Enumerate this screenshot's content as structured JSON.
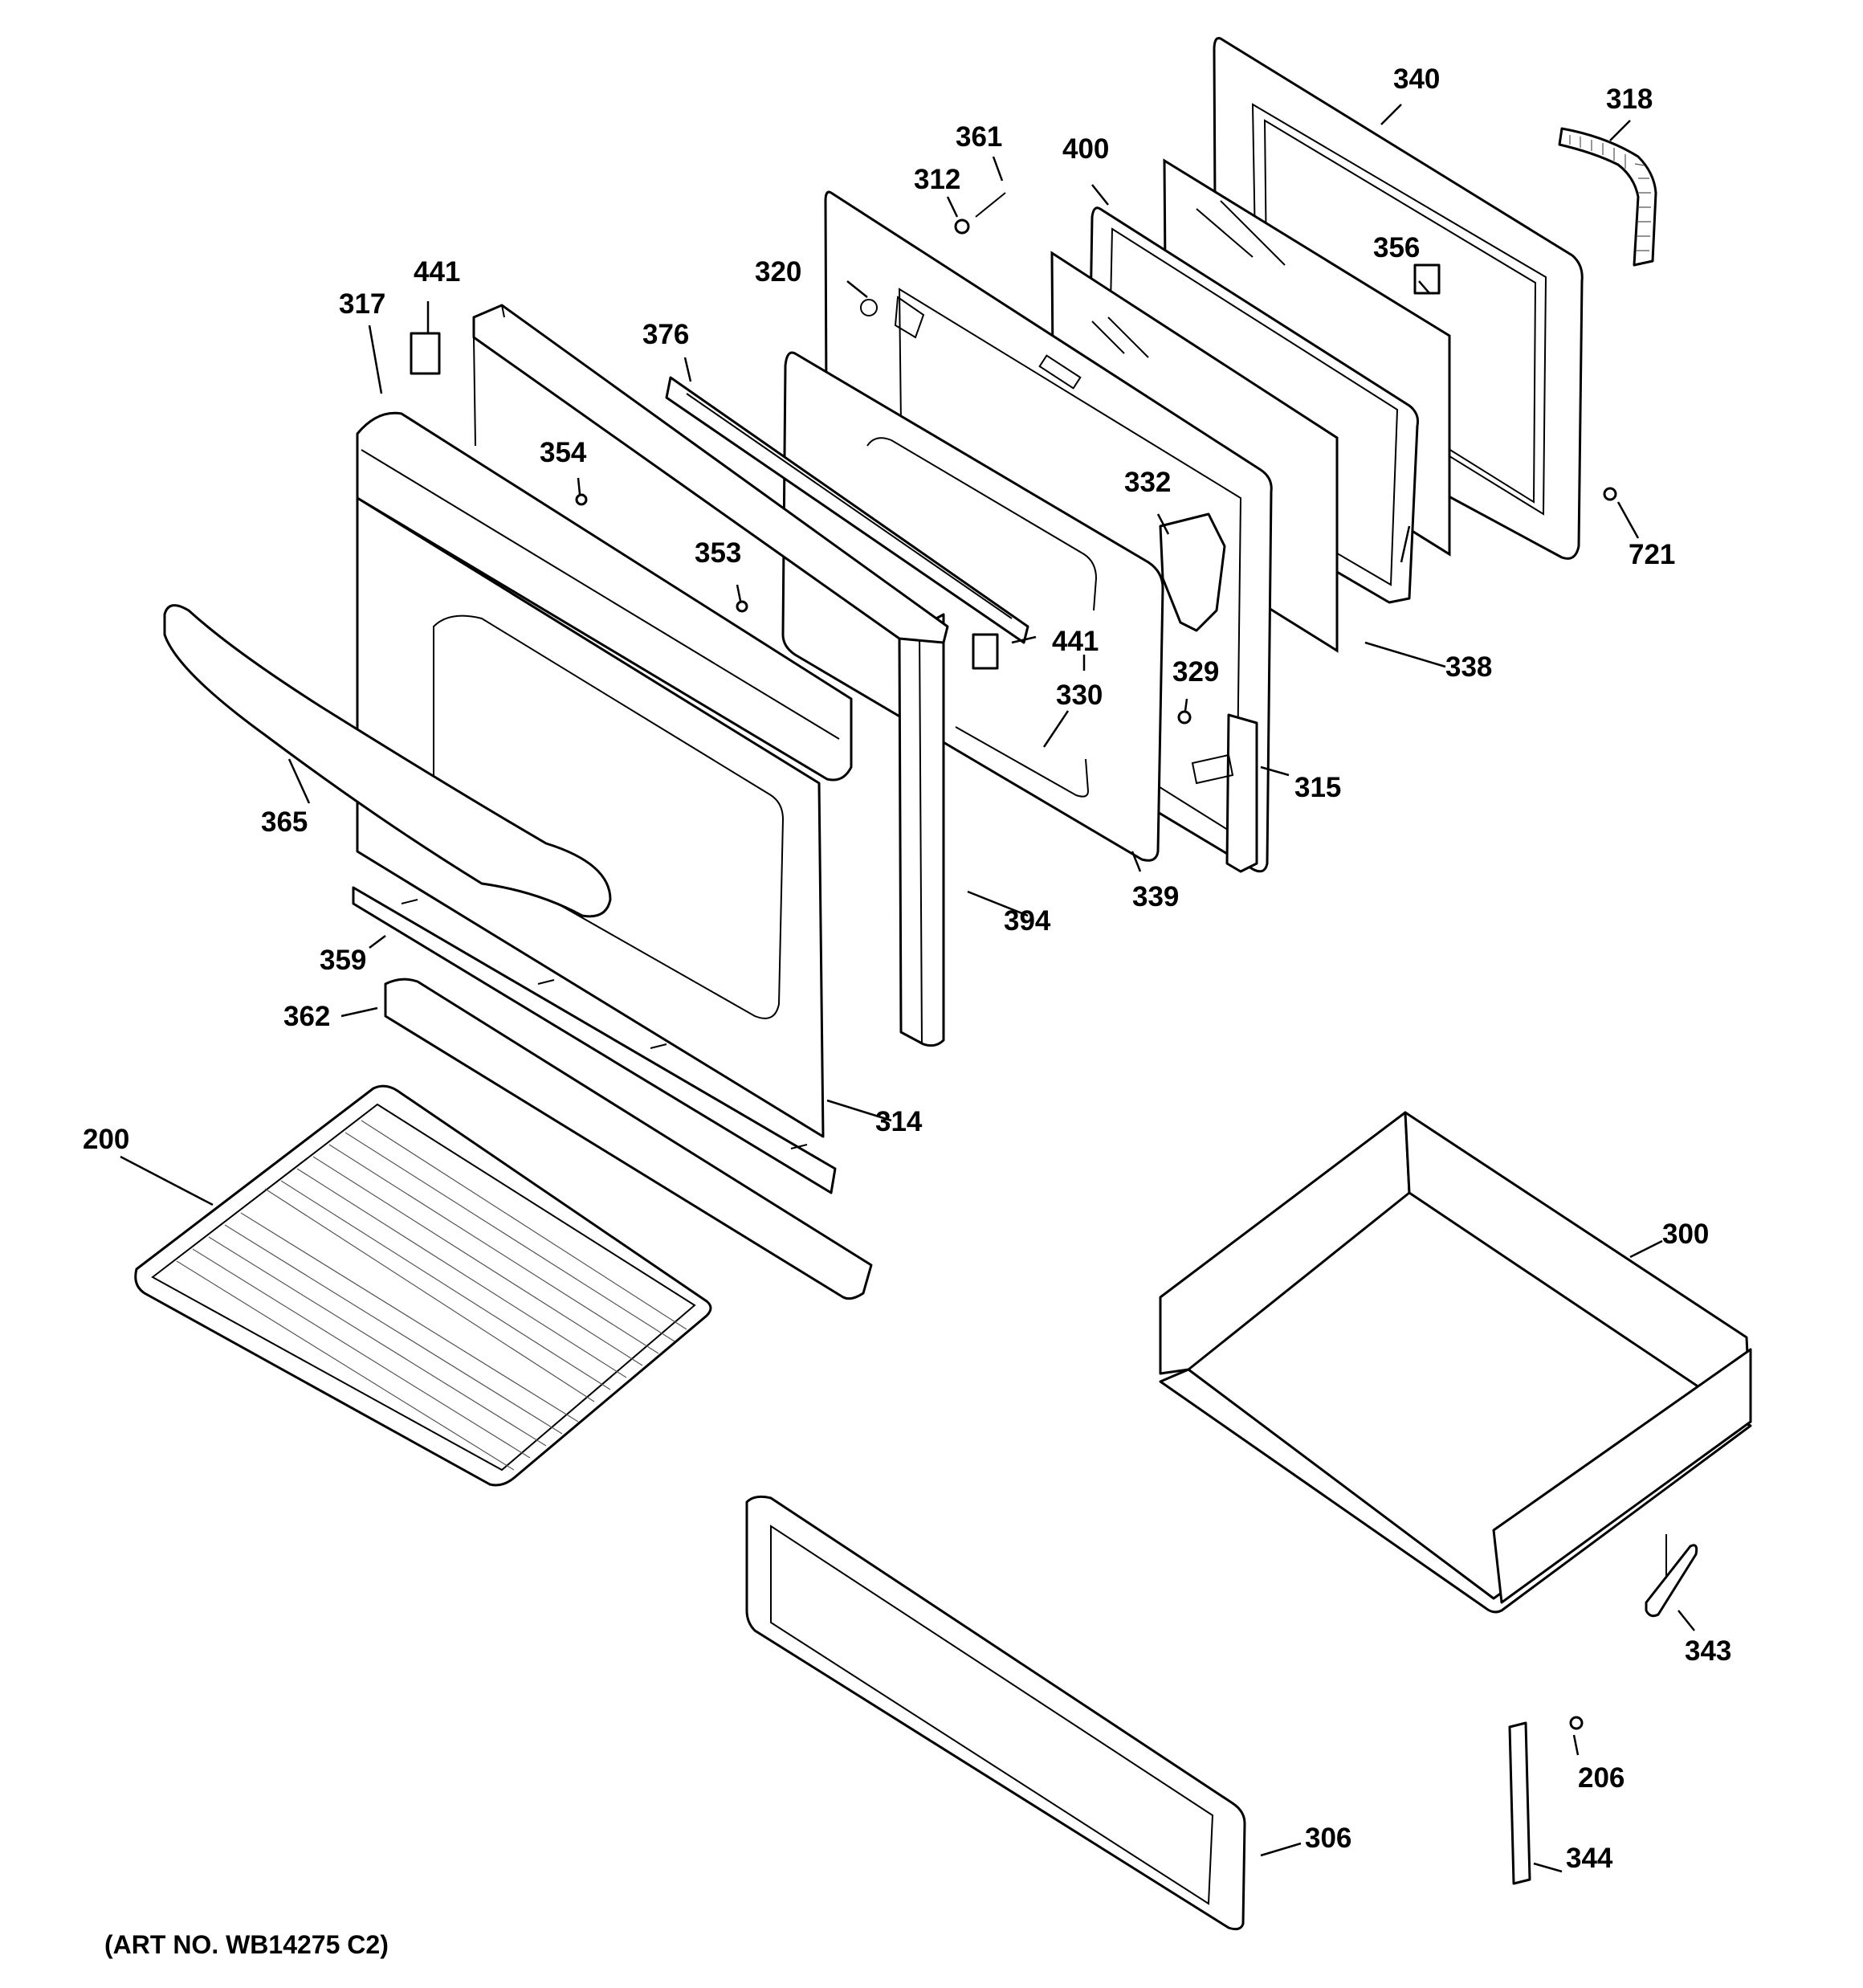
{
  "diagram": {
    "art_number": "(ART NO. WB14275 C2)",
    "labels": {
      "l200": "200",
      "l206": "206",
      "l300": "300",
      "l306": "306",
      "l312": "312",
      "l314": "314",
      "l315": "315",
      "l317": "317",
      "l318": "318",
      "l320": "320",
      "l329": "329",
      "l330": "330",
      "l332": "332",
      "l338": "338",
      "l339": "339",
      "l340": "340",
      "l343": "343",
      "l344": "344",
      "l353": "353",
      "l354": "354",
      "l356": "356",
      "l359": "359",
      "l361": "361",
      "l362": "362",
      "l365": "365",
      "l376": "376",
      "l394": "394",
      "l400": "400",
      "l441a": "441",
      "l441b": "441",
      "l721": "721"
    }
  }
}
